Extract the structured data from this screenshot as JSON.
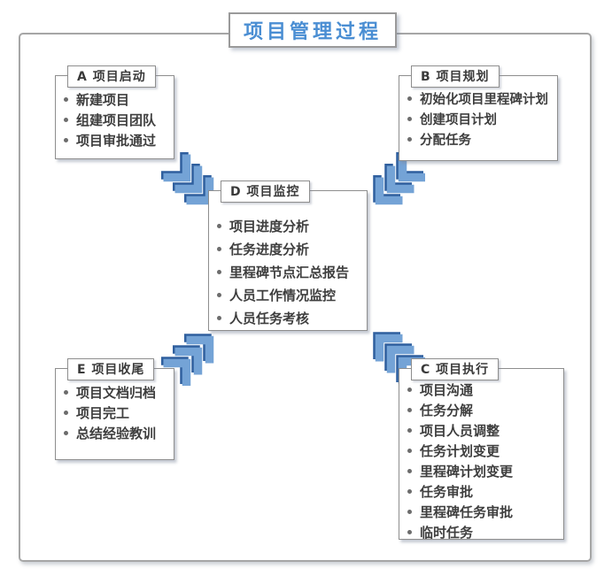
{
  "title": "项目管理过程",
  "boxes": [
    {
      "id": "A",
      "label": "A 项目启动",
      "items": [
        "新建项目",
        "组建项目团队",
        "项目审批通过"
      ]
    },
    {
      "id": "B",
      "label": "B 项目规划",
      "items": [
        "初始化项目里程碑计划",
        "创建项目计划",
        "分配任务"
      ]
    },
    {
      "id": "D",
      "label": "D 项目监控",
      "items": [
        "项目进度分析",
        "任务进度分析",
        "里程碑节点汇总报告",
        "人员工作情况监控",
        "人员任务考核"
      ]
    },
    {
      "id": "E",
      "label": "E 项目收尾",
      "items": [
        "项目文档归档",
        "项目完工",
        "总结经验教训"
      ]
    },
    {
      "id": "C",
      "label": "C 项目执行",
      "items": [
        "项目沟通",
        "任务分解",
        "项目人员调整",
        "任务计划变更",
        "里程碑计划变更",
        "任务审批",
        "里程碑任务审批",
        "临时任务"
      ]
    }
  ],
  "arrows": [
    {
      "name": "arrow-initiation-to-monitoring",
      "from": "A",
      "to": "D",
      "direction": "down-right"
    },
    {
      "name": "arrow-planning-to-monitoring",
      "from": "B",
      "to": "D",
      "direction": "down-left"
    },
    {
      "name": "arrow-closing-to-monitoring",
      "from": "E",
      "to": "D",
      "direction": "up-right"
    },
    {
      "name": "arrow-execution-to-monitoring",
      "from": "C",
      "to": "D",
      "direction": "up-left"
    }
  ],
  "colors": {
    "title_text": "#4a8ed3",
    "chevron_light": "#74a3d6",
    "chevron_dark": "#2f5f9e",
    "box_border": "#8e8e8e",
    "frame_border": "#a6a6a6",
    "frame_background_top": "#e9eff8",
    "item_text": "#3e3e3e"
  }
}
